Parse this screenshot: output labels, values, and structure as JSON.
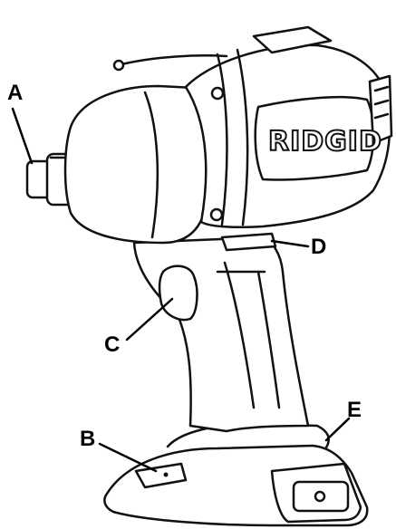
{
  "figure": {
    "brand_logo": "RIDGID",
    "callouts": {
      "a": "A",
      "b": "B",
      "c": "C",
      "d": "D",
      "e": "E"
    }
  }
}
